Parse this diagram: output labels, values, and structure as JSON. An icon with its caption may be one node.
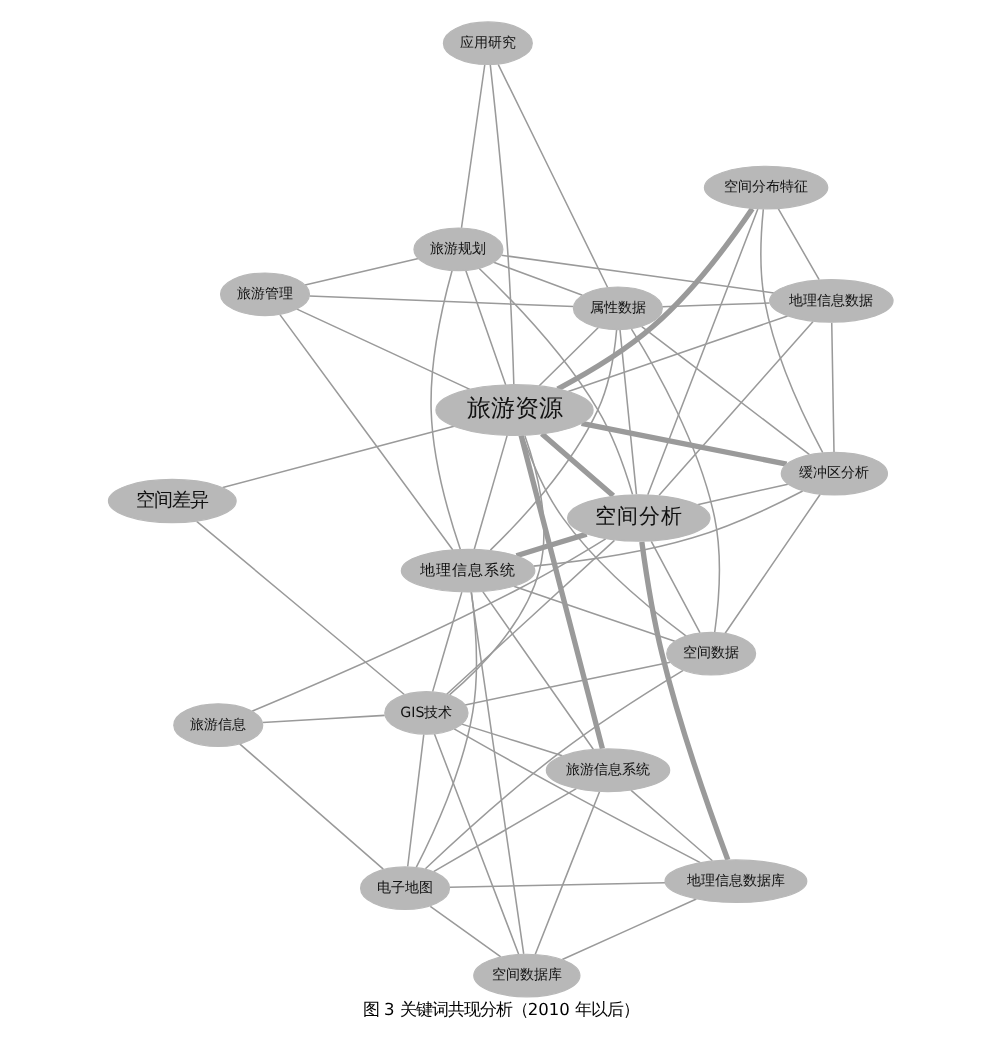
{
  "diagram": {
    "caption": "图 3 关键词共现分析（2010 年以后）",
    "nodes": [
      {
        "text": [
          "空间差异"
        ]
      },
      {
        "text": [
          "GIS技术"
        ]
      },
      {
        "text": [
          "旅游信息系统"
        ]
      },
      {
        "text": [
          "旅游资源"
        ]
      },
      {
        "text": [
          "空间分析"
        ]
      },
      {
        "text": [
          "旅游信息"
        ]
      },
      {
        "text": [
          "电子地图"
        ]
      },
      {
        "text": [
          "地理信息数据库"
        ]
      },
      {
        "text": [
          "空间数据库"
        ]
      },
      {
        "text": [
          "地理信息数据"
        ]
      },
      {
        "text": [
          "旅游管理"
        ]
      },
      {
        "text": [
          "空间分布特征"
        ]
      },
      {
        "text": [
          "空间数据"
        ]
      },
      {
        "text": [
          "缓冲区分析"
        ]
      },
      {
        "text": [
          "属性数据"
        ]
      },
      {
        "text": [
          "地理信息系统"
        ]
      },
      {
        "text": [
          "应用研究"
        ]
      },
      {
        "text": [
          "旅游规划"
        ]
      }
    ],
    "edges": [
      {
        "from": 0,
        "to": 3,
        "arrow": "none"
      },
      {
        "from": 0,
        "to": 1,
        "arrow": "none"
      },
      {
        "from": 3,
        "to": 1,
        "arrow": "none"
      },
      {
        "from": 3,
        "to": 4,
        "arrow": "none",
        "style": "thick"
      },
      {
        "from": 3,
        "to": 2,
        "arrow": "none",
        "style": "thick"
      },
      {
        "from": 3,
        "to": 11,
        "arrow": "none",
        "style": "thick"
      },
      {
        "from": 3,
        "to": 13,
        "arrow": "none",
        "style": "thick"
      },
      {
        "from": 3,
        "to": 9,
        "arrow": "none"
      },
      {
        "from": 3,
        "to": 10,
        "arrow": "none"
      },
      {
        "from": 3,
        "to": 14,
        "arrow": "none"
      },
      {
        "from": 3,
        "to": 12,
        "arrow": "none"
      },
      {
        "from": 3,
        "to": 15,
        "arrow": "none"
      },
      {
        "from": 3,
        "to": 17,
        "arrow": "none"
      },
      {
        "from": 3,
        "to": 16,
        "arrow": "none"
      },
      {
        "from": 4,
        "to": 1,
        "arrow": "none"
      },
      {
        "from": 4,
        "to": 5,
        "arrow": "none"
      },
      {
        "from": 4,
        "to": 7,
        "arrow": "none",
        "style": "thick"
      },
      {
        "from": 4,
        "to": 15,
        "arrow": "none",
        "style": "thick"
      },
      {
        "from": 4,
        "to": 11,
        "arrow": "none"
      },
      {
        "from": 4,
        "to": 13,
        "arrow": "none"
      },
      {
        "from": 4,
        "to": 14,
        "arrow": "none"
      },
      {
        "from": 4,
        "to": 17,
        "arrow": "none"
      },
      {
        "from": 4,
        "to": 9,
        "arrow": "none"
      },
      {
        "from": 4,
        "to": 12,
        "arrow": "none"
      },
      {
        "from": 5,
        "to": 6,
        "arrow": "none"
      },
      {
        "from": 1,
        "to": 2,
        "arrow": "none"
      },
      {
        "from": 1,
        "to": 6,
        "arrow": "none"
      },
      {
        "from": 1,
        "to": 8,
        "arrow": "none"
      },
      {
        "from": 1,
        "to": 15,
        "arrow": "none"
      },
      {
        "from": 1,
        "to": 5,
        "arrow": "none"
      },
      {
        "from": 1,
        "to": 7,
        "arrow": "none"
      },
      {
        "from": 1,
        "to": 12,
        "arrow": "none"
      },
      {
        "from": 2,
        "to": 6,
        "arrow": "none"
      },
      {
        "from": 2,
        "to": 8,
        "arrow": "none"
      },
      {
        "from": 2,
        "to": 15,
        "arrow": "none"
      },
      {
        "from": 2,
        "to": 7,
        "arrow": "none"
      },
      {
        "from": 6,
        "to": 8,
        "arrow": "none"
      },
      {
        "from": 6,
        "to": 15,
        "arrow": "none"
      },
      {
        "from": 6,
        "to": 12,
        "arrow": "none"
      },
      {
        "from": 6,
        "to": 7,
        "arrow": "none"
      },
      {
        "from": 8,
        "to": 15,
        "arrow": "none"
      },
      {
        "from": 8,
        "to": 7,
        "arrow": "none"
      },
      {
        "from": 11,
        "to": 9,
        "arrow": "none"
      },
      {
        "from": 11,
        "to": 13,
        "arrow": "none"
      },
      {
        "from": 13,
        "to": 9,
        "arrow": "none"
      },
      {
        "from": 13,
        "to": 15,
        "arrow": "none"
      },
      {
        "from": 13,
        "to": 14,
        "arrow": "none"
      },
      {
        "from": 13,
        "to": 12,
        "arrow": "none"
      },
      {
        "from": 9,
        "to": 14,
        "arrow": "none"
      },
      {
        "from": 9,
        "to": 17,
        "arrow": "none"
      },
      {
        "from": 14,
        "to": 15,
        "arrow": "none"
      },
      {
        "from": 14,
        "to": 12,
        "arrow": "none"
      },
      {
        "from": 14,
        "to": 17,
        "arrow": "none"
      },
      {
        "from": 14,
        "to": 16,
        "arrow": "none"
      },
      {
        "from": 15,
        "to": 17,
        "arrow": "none"
      },
      {
        "from": 15,
        "to": 12,
        "arrow": "none"
      },
      {
        "from": 16,
        "to": 17,
        "arrow": "none"
      },
      {
        "from": 10,
        "to": 14,
        "arrow": "none"
      },
      {
        "from": 10,
        "to": 15,
        "arrow": "none"
      },
      {
        "from": 10,
        "to": 17,
        "arrow": "none"
      }
    ]
  }
}
